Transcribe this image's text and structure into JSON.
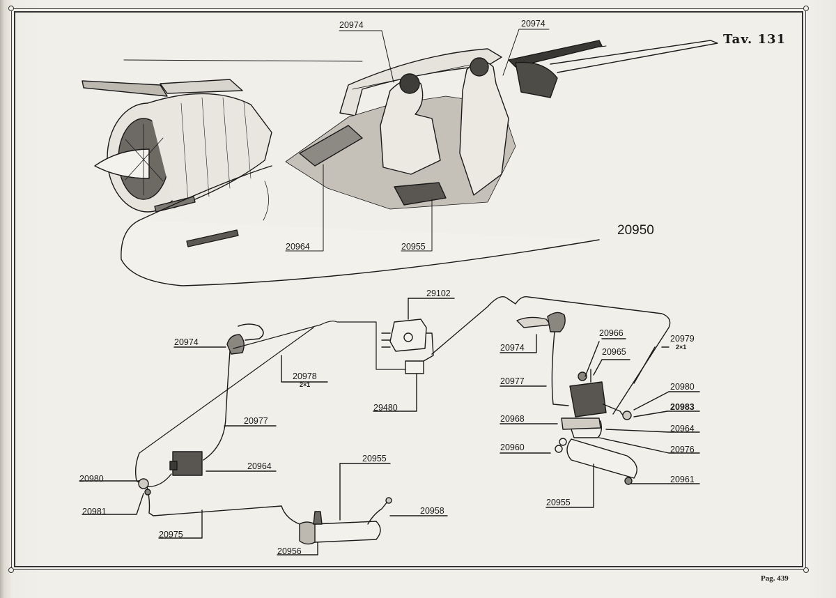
{
  "plate": {
    "title": "Tav. 131",
    "page": "Pag. 439"
  },
  "aircraft": {
    "main_ref": "20950",
    "labels": {
      "oxy_left": "20974",
      "oxy_right": "20974",
      "seat_panel": "20964",
      "pilot_seat": "20955"
    }
  },
  "left_system": {
    "mask": "20974",
    "hose": "20978",
    "hose_qty": "2×1",
    "hose_short": "20977",
    "regulator": "20964",
    "valve": "20980",
    "connector": "20981",
    "pipe": "20975",
    "bottle": "20955",
    "bottle_valve": "20956",
    "gauge_pipe": "20958"
  },
  "center": {
    "indicator": "29102",
    "box": "29480"
  },
  "right_system": {
    "mask": "20974",
    "hose": "20977",
    "regulator_top": "20966",
    "regulator": "20965",
    "hose_long": "20979",
    "hose_long_qty": "2×1",
    "valve": "20980",
    "cock": "20983",
    "bracket": "20968",
    "panel": "20964",
    "pipe": "20976",
    "bottle_valve": "20960",
    "cap": "20961",
    "bottle": "20955"
  },
  "colors": {
    "ink": "#1a1a1a",
    "paper": "#f1efea"
  }
}
